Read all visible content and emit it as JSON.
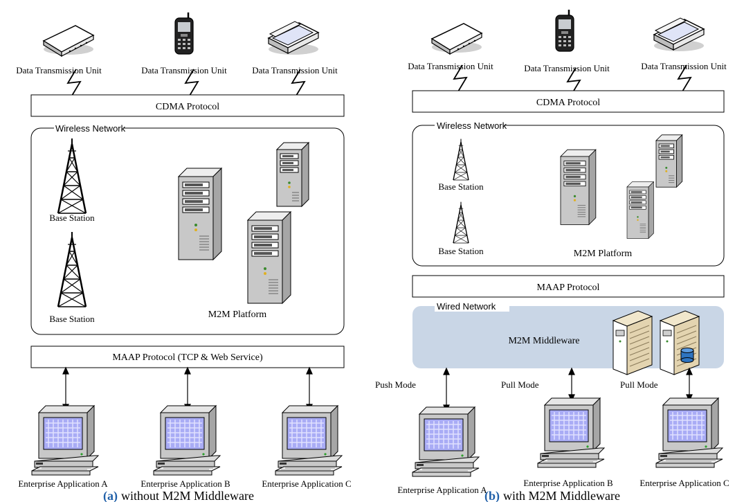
{
  "colors": {
    "caption_letter": "#1f5fa8",
    "middleware_fill": "#c9d6e6",
    "screen": "#a9acf5",
    "metal": "#c8c8c8",
    "cabinet": "#e3d4b0"
  },
  "left": {
    "dtu_labels": [
      "Data Transmission Unit",
      "Data Transmission Unit",
      "Data Transmission Unit"
    ],
    "cdma": "CDMA Protocol",
    "wireless_label": "Wireless Network",
    "base_station_1": "Base Station",
    "base_station_2": "Base Station",
    "platform": "M2M Platform",
    "maap": "MAAP Protocol (TCP & Web Service)",
    "apps": [
      "Enterprise Application A",
      "Enterprise Application B",
      "Enterprise Application C"
    ],
    "caption_letter": "(a)",
    "caption_text": "without M2M Middleware"
  },
  "right": {
    "dtu_labels": [
      "Data Transmission Unit",
      "Data Transmission Unit",
      "Data Transmission Unit"
    ],
    "cdma": "CDMA Protocol",
    "wireless_label": "Wireless Network",
    "base_station_1": "Base Station",
    "base_station_2": "Base Station",
    "platform": "M2M Platform",
    "maap": "MAAP Protocol",
    "wired_label": "Wired Network",
    "middleware": "M2M Middleware",
    "modes": [
      "Push Mode",
      "Pull Mode",
      "Pull Mode"
    ],
    "apps": [
      "Enterprise Application A",
      "Enterprise Application B",
      "Enterprise Application C"
    ],
    "caption_letter": "(b)",
    "caption_text": "with M2M Middleware"
  }
}
